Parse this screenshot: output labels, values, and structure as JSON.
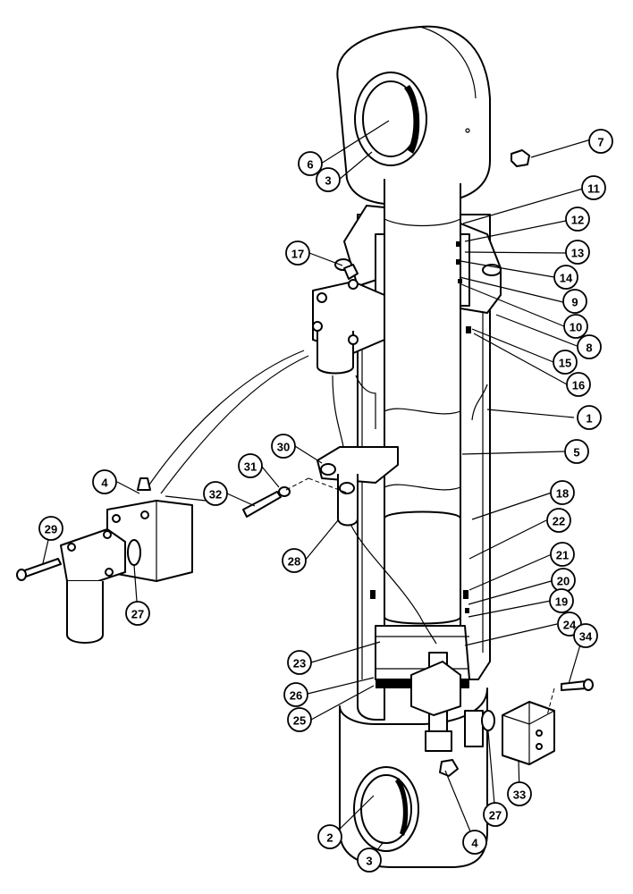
{
  "callouts": [
    {
      "id": "c6",
      "label": "6"
    },
    {
      "id": "c3a",
      "label": "3"
    },
    {
      "id": "c7",
      "label": "7"
    },
    {
      "id": "c11",
      "label": "11"
    },
    {
      "id": "c12",
      "label": "12"
    },
    {
      "id": "c13",
      "label": "13"
    },
    {
      "id": "c17",
      "label": "17"
    },
    {
      "id": "c14",
      "label": "14"
    },
    {
      "id": "c9",
      "label": "9"
    },
    {
      "id": "c10",
      "label": "10"
    },
    {
      "id": "c8",
      "label": "8"
    },
    {
      "id": "c15",
      "label": "15"
    },
    {
      "id": "c16",
      "label": "16"
    },
    {
      "id": "c1",
      "label": "1"
    },
    {
      "id": "c5",
      "label": "5"
    },
    {
      "id": "c30",
      "label": "30"
    },
    {
      "id": "c31",
      "label": "31"
    },
    {
      "id": "c4a",
      "label": "4"
    },
    {
      "id": "c32",
      "label": "32"
    },
    {
      "id": "c18",
      "label": "18"
    },
    {
      "id": "c22",
      "label": "22"
    },
    {
      "id": "c29",
      "label": "29"
    },
    {
      "id": "c28",
      "label": "28"
    },
    {
      "id": "c21",
      "label": "21"
    },
    {
      "id": "c20",
      "label": "20"
    },
    {
      "id": "c19",
      "label": "19"
    },
    {
      "id": "c27a",
      "label": "27"
    },
    {
      "id": "c24",
      "label": "24"
    },
    {
      "id": "c34",
      "label": "34"
    },
    {
      "id": "c23",
      "label": "23"
    },
    {
      "id": "c26",
      "label": "26"
    },
    {
      "id": "c25",
      "label": "25"
    },
    {
      "id": "c33",
      "label": "33"
    },
    {
      "id": "c27b",
      "label": "27"
    },
    {
      "id": "c2",
      "label": "2"
    },
    {
      "id": "c4b",
      "label": "4"
    },
    {
      "id": "c3b",
      "label": "3"
    }
  ]
}
